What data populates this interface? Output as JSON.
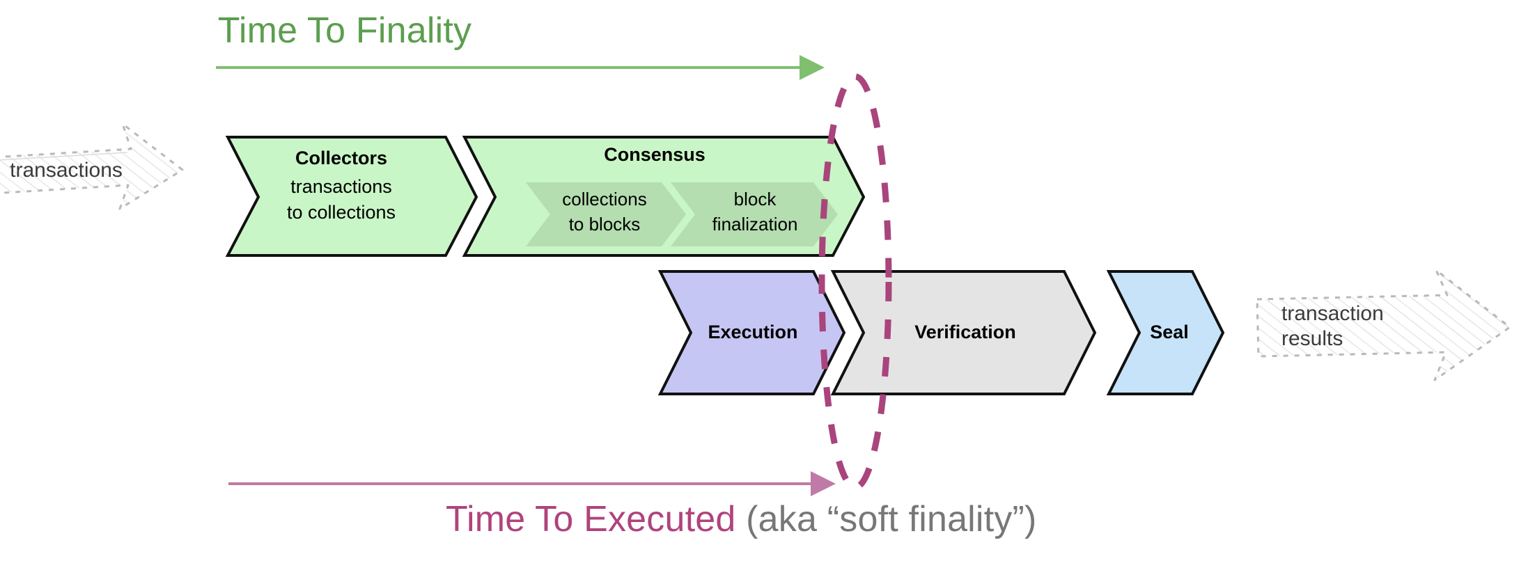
{
  "diagram": {
    "title_top": "Time To Finality",
    "title_bottom_main": "Time To Executed",
    "title_bottom_sub": " (aka “soft finality”)"
  },
  "inputs": {
    "left_label": "transactions",
    "right_label_line1": "transaction",
    "right_label_line2": "results"
  },
  "pipeline_top": [
    {
      "name": "collectors",
      "title": "Collectors",
      "subtitle_line1": "transactions",
      "subtitle_line2": "to collections",
      "fill": "#c9f6c6"
    },
    {
      "name": "consensus",
      "title": "Consensus",
      "fill": "#c9f6c6",
      "inner": [
        {
          "name": "collections-to-blocks",
          "line1": "collections",
          "line2": "to blocks",
          "fill": "#b4ddb0"
        },
        {
          "name": "block-finalization",
          "line1": "block",
          "line2": "finalization",
          "fill": "#b4ddb0"
        }
      ]
    }
  ],
  "pipeline_bottom": [
    {
      "name": "execution",
      "title": "Execution",
      "fill": "#c6c6f4"
    },
    {
      "name": "verification",
      "title": "Verification",
      "fill": "#e5e4e4"
    },
    {
      "name": "seal",
      "title": "Seal",
      "fill": "#c6e3f9"
    }
  ],
  "annotations": {
    "time_to_finality_arrow_color": "#7fbf6e",
    "time_to_executed_arrow_color": "#bf7ba5",
    "finality_marker_color": "#a9447c",
    "sketch_color": "#b8b8b8"
  }
}
